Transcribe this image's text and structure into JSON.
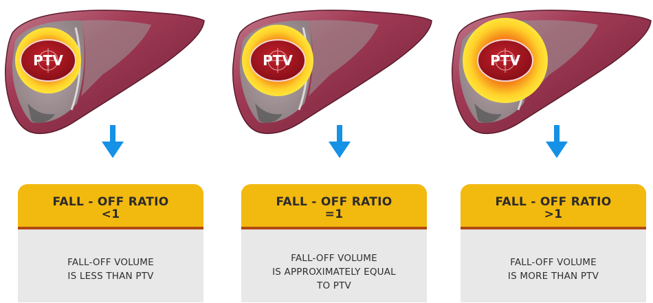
{
  "diagram": {
    "panels": [
      {
        "ptv_label": "PTV",
        "falloff_zone": "narrow",
        "card_title": "FALL - OFF RATIO",
        "card_ratio": "<1",
        "description_lines": [
          "FALL-OFF VOLUME",
          "IS LESS THAN PTV"
        ]
      },
      {
        "ptv_label": "PTV",
        "falloff_zone": "medium",
        "card_title": "FALL - OFF RATIO",
        "card_ratio": "=1",
        "description_lines": [
          "FALL-OFF VOLUME",
          "IS APPROXIMATELY EQUAL",
          "TO PTV"
        ]
      },
      {
        "ptv_label": "PTV",
        "falloff_zone": "wide",
        "card_title": "FALL - OFF RATIO",
        "card_ratio": ">1",
        "description_lines": [
          "FALL-OFF VOLUME",
          "IS MORE THAN PTV"
        ]
      }
    ],
    "colors": {
      "liver": "#a23a55",
      "liver_dark": "#6e2036",
      "liver_highlight": "#c98598",
      "ptv": "#a8161f",
      "falloff_yellow": "#ffe63a",
      "falloff_orange": "#f5861a",
      "arrow": "#1591e6",
      "card_header": "#f2b90f",
      "card_divider": "#b14a14",
      "card_body": "#e8e8e8"
    },
    "icons": [
      "liver-illustration",
      "crosshair-icon",
      "arrow-down-icon"
    ]
  }
}
